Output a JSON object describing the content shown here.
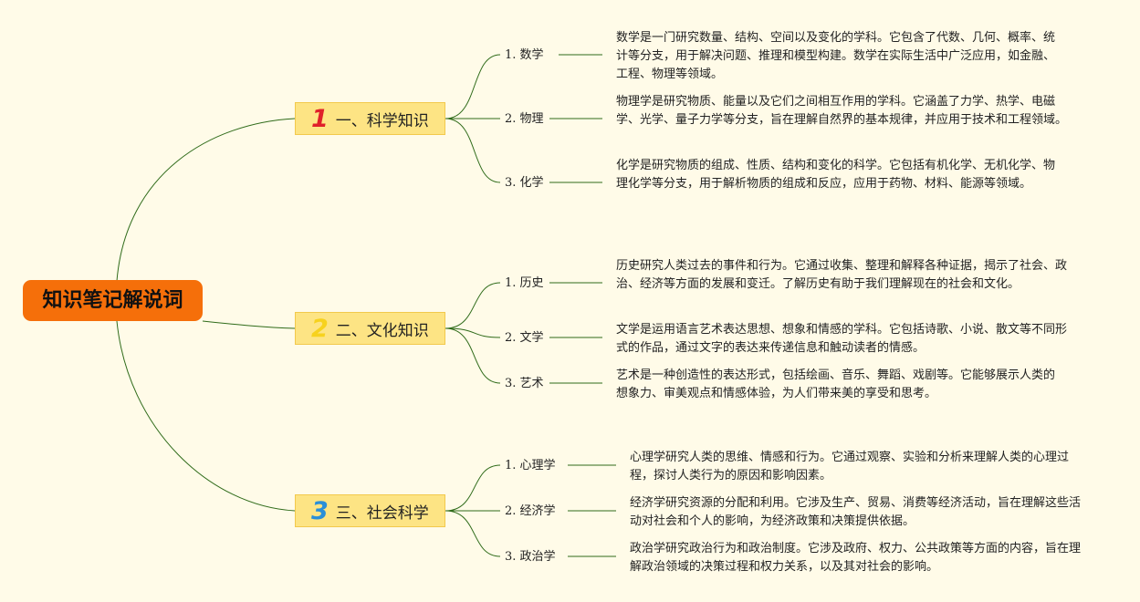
{
  "root": {
    "label": "知识笔记解说词"
  },
  "branches": [
    {
      "badge": "1",
      "badge_color": "#e0202a",
      "label": "一、科学知识",
      "topics": [
        {
          "label": "1. 数学",
          "note": "数学是一门研究数量、结构、空间以及变化的学科。它包含了代数、几何、概率、统计等分支，用于解决问题、推理和模型构建。数学在实际生活中广泛应用，如金融、工程、物理等领域。"
        },
        {
          "label": "2. 物理",
          "note": "物理学是研究物质、能量以及它们之间相互作用的学科。它涵盖了力学、热学、电磁学、光学、量子力学等分支，旨在理解自然界的基本规律，并应用于技术和工程领域。"
        },
        {
          "label": "3. 化学",
          "note": "化学是研究物质的组成、性质、结构和变化的科学。它包括有机化学、无机化学、物理化学等分支，用于解析物质的组成和反应，应用于药物、材料、能源等领域。"
        }
      ]
    },
    {
      "badge": "2",
      "badge_color": "#f7d21e",
      "label": "二、文化知识",
      "topics": [
        {
          "label": "1. 历史",
          "note": "历史研究人类过去的事件和行为。它通过收集、整理和解释各种证据，揭示了社会、政治、经济等方面的发展和变迁。了解历史有助于我们理解现在的社会和文化。"
        },
        {
          "label": "2. 文学",
          "note": "文学是运用语言艺术表达思想、想象和情感的学科。它包括诗歌、小说、散文等不同形式的作品，通过文字的表达来传递信息和触动读者的情感。"
        },
        {
          "label": "3. 艺术",
          "note": "艺术是一种创造性的表达形式，包括绘画、音乐、舞蹈、戏剧等。它能够展示人类的想象力、审美观点和情感体验，为人们带来美的享受和思考。"
        }
      ]
    },
    {
      "badge": "3",
      "badge_color": "#2a8fd8",
      "label": "三、社会科学",
      "topics": [
        {
          "label": "1. 心理学",
          "note": "心理学研究人类的思维、情感和行为。它通过观察、实验和分析来理解人类的心理过程，探讨人类行为的原因和影响因素。"
        },
        {
          "label": "2. 经济学",
          "note": "经济学研究资源的分配和利用。它涉及生产、贸易、消费等经济活动，旨在理解这些活动对社会和个人的影响，为经济政策和决策提供依据。"
        },
        {
          "label": "3. 政治学",
          "note": "政治学研究政治行为和政治制度。它涉及政府、权力、公共政策等方面的内容，旨在理解政治领域的决策过程和权力关系，以及其对社会的影响。"
        }
      ]
    }
  ],
  "colors": {
    "background": "#fffbe8",
    "root_fill": "#f56f0a",
    "branch_fill": "#fde484",
    "link": "#2f6b1a"
  }
}
